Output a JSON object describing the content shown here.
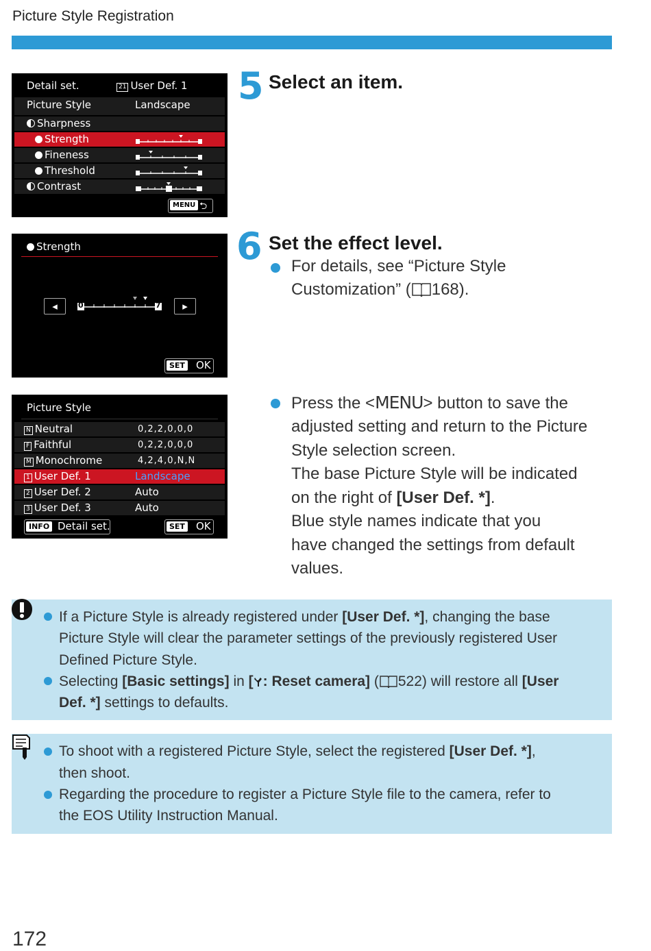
{
  "running_head": "Picture Style Registration",
  "screen1": {
    "detail_set": "Detail set.",
    "user_def_label": "User Def. 1",
    "user_def_icon": "21",
    "picture_style_label": "Picture Style",
    "picture_style_value": "Landscape",
    "sharpness": "Sharpness",
    "strength": "Strength",
    "fineness": "Fineness",
    "threshold": "Threshold",
    "contrast": "Contrast",
    "menu_badge": "MENU",
    "back_glyph": "⮌"
  },
  "screen2": {
    "title": "Strength",
    "gauge_min": "0",
    "gauge_max": "7",
    "left_arrow": "◂",
    "right_arrow": "▸",
    "set_badge": "SET",
    "ok": "OK"
  },
  "screen3": {
    "title": "Picture Style",
    "rows": [
      {
        "icon": "N",
        "name": "Neutral",
        "value": "0,2,2,0,0,0"
      },
      {
        "icon": "F",
        "name": "Faithful",
        "value": "0,2,2,0,0,0"
      },
      {
        "icon": "M",
        "name": "Monochrome",
        "value": "4,2,4,0,N,N"
      },
      {
        "icon": "1",
        "name": "User Def. 1",
        "value": "Landscape"
      },
      {
        "icon": "2",
        "name": "User Def. 2",
        "value": "Auto"
      },
      {
        "icon": "3",
        "name": "User Def. 3",
        "value": "Auto"
      }
    ],
    "info_badge": "INFO",
    "detail_set": "Detail set.",
    "set_badge": "SET",
    "ok": "OK"
  },
  "step5": {
    "number": "5",
    "title": "Select an item."
  },
  "step6": {
    "number": "6",
    "title": "Set the effect level.",
    "bullet_line1": "For details, see “Picture Style",
    "bullet_line2a": "Customization” (",
    "bullet_line2b": "168)."
  },
  "menu_paragraph": {
    "line1a": "Press the <",
    "menu_word": "MENU",
    "line1b": "> button to save the",
    "line2": "adjusted setting and return to the Picture",
    "line3": "Style selection screen.",
    "line4": "The base Picture Style will be indicated",
    "line5a": "on the right of ",
    "line5b": "[User Def. *]",
    "line5c": ".",
    "line6": "Blue style names indicate that you",
    "line7": "have changed the settings from default",
    "line8": "values."
  },
  "caution": {
    "b1_l1a": "If a Picture Style is already registered under ",
    "b1_l1b": "[User Def. *]",
    "b1_l1c": ", changing the base",
    "b1_l2": "Picture Style will clear the parameter settings of the previously registered User",
    "b1_l3": "Defined Picture Style.",
    "b2_l1a": "Selecting ",
    "b2_l1b": "[Basic settings]",
    "b2_l1c": " in ",
    "b2_l1d": "[",
    "b2_l1e": ": Reset camera]",
    "b2_l1f": " (",
    "b2_l1g": "522) will restore all ",
    "b2_l1h": "[User",
    "b2_l2a": "Def. *]",
    "b2_l2b": " settings to defaults."
  },
  "note": {
    "b1_l1a": "To shoot with a registered Picture Style, select the registered ",
    "b1_l1b": "[User Def. *]",
    "b1_l1c": ",",
    "b1_l2": "then shoot.",
    "b2_l1": "Regarding the procedure to register a Picture Style file to the camera, refer to",
    "b2_l2": "the EOS Utility Instruction Manual."
  },
  "page_number": "172",
  "colors": {
    "accent": "#2d9ad5",
    "note_bg": "#c3e3f1",
    "selected_row": "#cc1522",
    "blue_style": "#4aa0ff"
  }
}
